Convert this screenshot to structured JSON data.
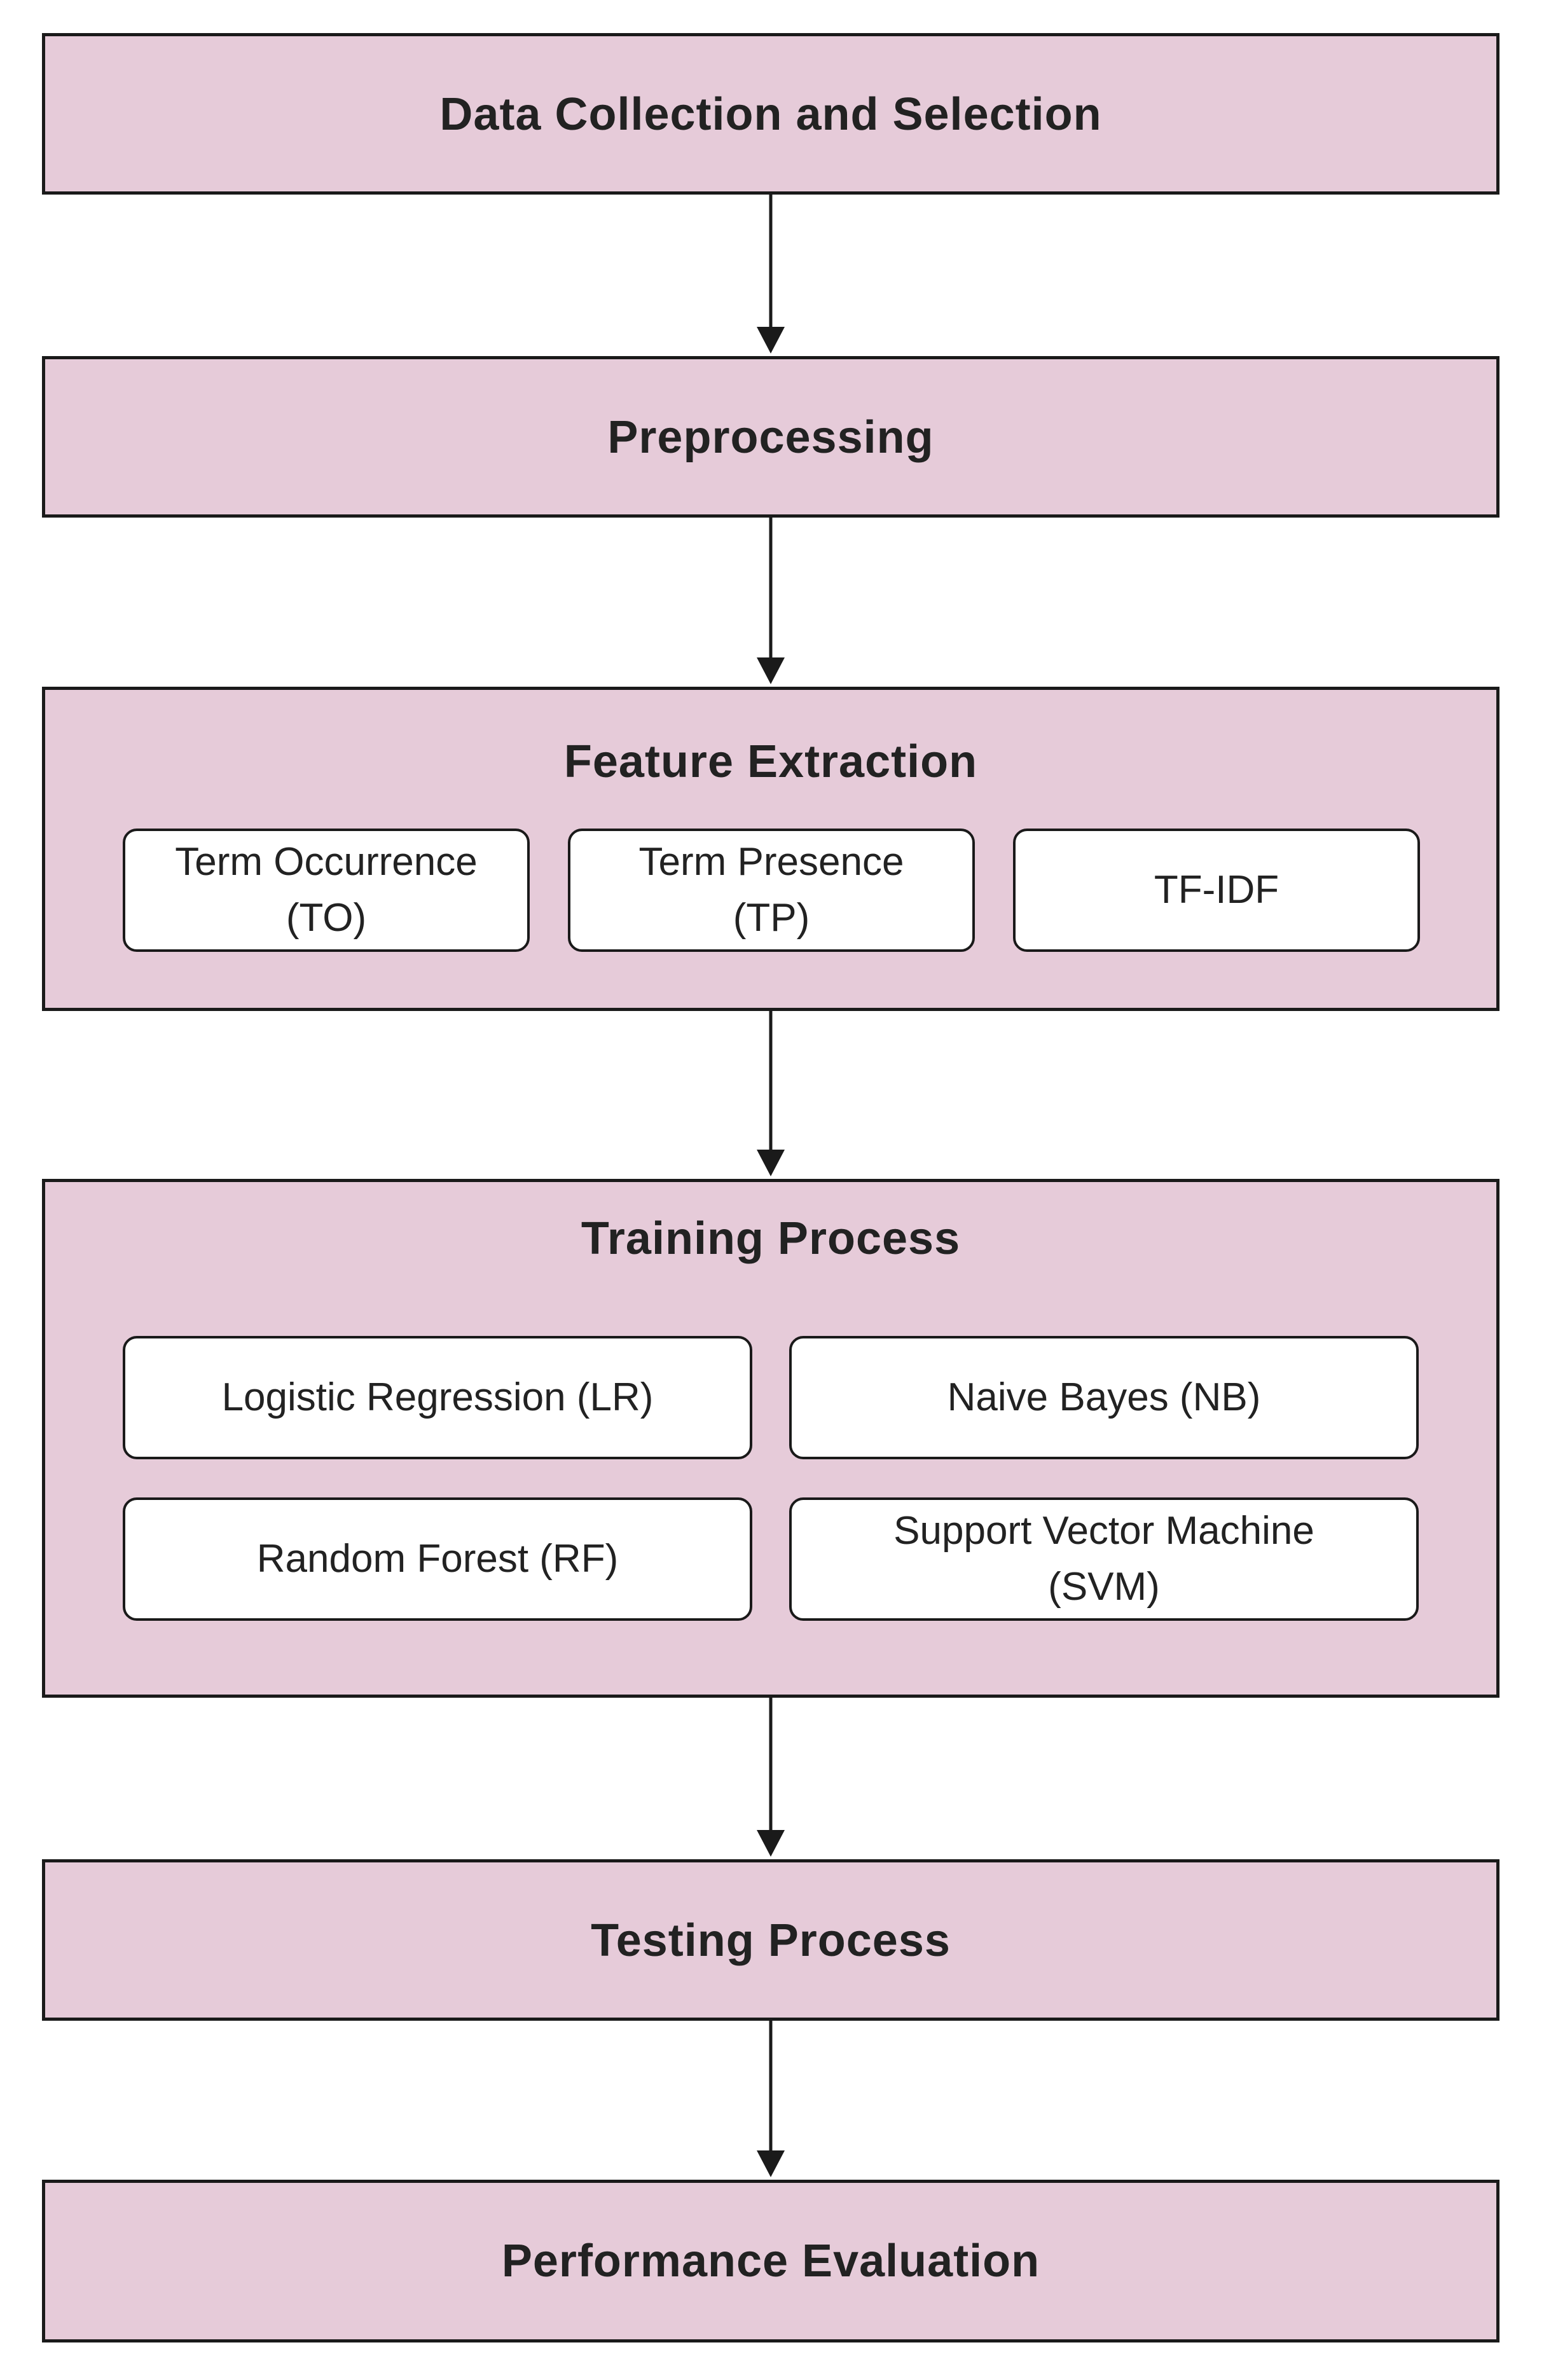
{
  "colors": {
    "stage_fill": "#e6cbd9",
    "border": "#1a1a1a",
    "sub_fill": "#ffffff"
  },
  "stages": {
    "data_collection": {
      "title": "Data Collection and Selection"
    },
    "preprocessing": {
      "title": "Preprocessing"
    },
    "feature_extraction": {
      "title": "Feature Extraction",
      "items": {
        "to": {
          "line1": "Term Occurrence",
          "line2": "(TO)"
        },
        "tp": {
          "line1": "Term Presence",
          "line2": "(TP)"
        },
        "tfidf": {
          "line1": "TF-IDF"
        }
      }
    },
    "training": {
      "title": "Training Process",
      "items": {
        "lr": {
          "line1": "Logistic Regression (LR)"
        },
        "nb": {
          "line1": "Naive Bayes (NB)"
        },
        "rf": {
          "line1": "Random Forest (RF)"
        },
        "svm": {
          "line1": "Support Vector Machine",
          "line2": "(SVM)"
        }
      }
    },
    "testing": {
      "title": "Testing Process"
    },
    "evaluation": {
      "title": "Performance Evaluation"
    }
  }
}
